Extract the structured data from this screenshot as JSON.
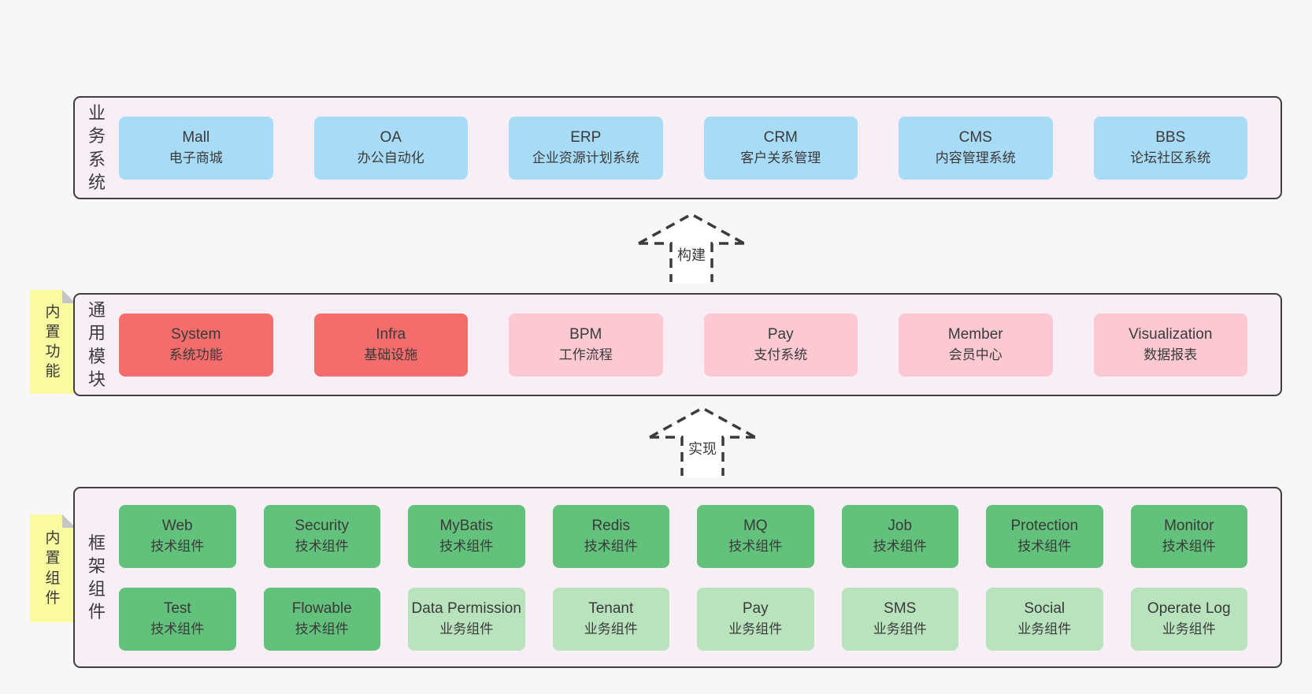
{
  "colors": {
    "page_bg": "#f7f7f7",
    "band_bg": "#f8eef6",
    "band_border": "#3f3f3f",
    "blue": "#a8dbf5",
    "red": "#f56c6c",
    "pink": "#fcc9d3",
    "green_dark": "#62c17a",
    "green_light": "#b9e3bd",
    "sticky_yellow": "#fafaa0",
    "fold_gray": "#c5c5c5",
    "text": "#3a3a3a"
  },
  "arrows": [
    {
      "id": "build",
      "label": "构建"
    },
    {
      "id": "implement",
      "label": "实现"
    }
  ],
  "bands": [
    {
      "id": "business",
      "label": "业务系统",
      "boxes": [
        {
          "name": "Mall",
          "desc": "电子商城"
        },
        {
          "name": "OA",
          "desc": "办公自动化"
        },
        {
          "name": "ERP",
          "desc": "企业资源计划系统"
        },
        {
          "name": "CRM",
          "desc": "客户关系管理"
        },
        {
          "name": "CMS",
          "desc": "内容管理系统"
        },
        {
          "name": "BBS",
          "desc": "论坛社区系统"
        }
      ]
    },
    {
      "id": "modules",
      "label": "通用模块",
      "sticky": "内置功能",
      "boxes": [
        {
          "name": "System",
          "desc": "系统功能"
        },
        {
          "name": "Infra",
          "desc": "基础设施"
        },
        {
          "name": "BPM",
          "desc": "工作流程"
        },
        {
          "name": "Pay",
          "desc": "支付系统"
        },
        {
          "name": "Member",
          "desc": "会员中心"
        },
        {
          "name": "Visualization",
          "desc": "数据报表"
        }
      ]
    },
    {
      "id": "components",
      "label": "框架组件",
      "sticky": "内置组件",
      "rows": [
        [
          {
            "name": "Web",
            "desc": "技术组件"
          },
          {
            "name": "Security",
            "desc": "技术组件"
          },
          {
            "name": "MyBatis",
            "desc": "技术组件"
          },
          {
            "name": "Redis",
            "desc": "技术组件"
          },
          {
            "name": "MQ",
            "desc": "技术组件"
          },
          {
            "name": "Job",
            "desc": "技术组件"
          },
          {
            "name": "Protection",
            "desc": "技术组件"
          },
          {
            "name": "Monitor",
            "desc": "技术组件"
          }
        ],
        [
          {
            "name": "Test",
            "desc": "技术组件"
          },
          {
            "name": "Flowable",
            "desc": "技术组件"
          },
          {
            "name": "Data Permission",
            "desc": "业务组件"
          },
          {
            "name": "Tenant",
            "desc": "业务组件"
          },
          {
            "name": "Pay",
            "desc": "业务组件"
          },
          {
            "name": "SMS",
            "desc": "业务组件"
          },
          {
            "name": "Social",
            "desc": "业务组件"
          },
          {
            "name": "Operate Log",
            "desc": "业务组件"
          }
        ]
      ]
    }
  ]
}
